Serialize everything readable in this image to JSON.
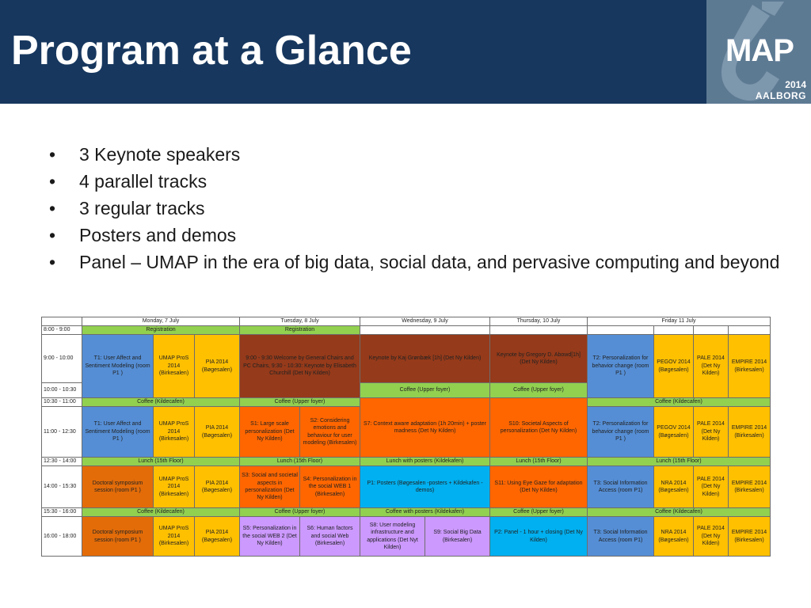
{
  "slide": {
    "title": "Program at a Glance",
    "logo": {
      "word": "MAP",
      "year": "2014",
      "city": "AALBORG"
    },
    "bullets": [
      "3 Keynote speakers",
      "4 parallel tracks",
      "3 regular tracks",
      "Posters and demos",
      "Panel – UMAP in the era of big data, social data, and pervasive computing and beyond"
    ]
  },
  "colors": {
    "header": "#17375e",
    "green": "#92d050",
    "blue": "#558ed5",
    "yellow": "#ffc000",
    "brown": "#953a1a",
    "orange": "#ff6600",
    "cyan": "#00b0f0",
    "purple": "#cc99ff"
  },
  "schedule": {
    "days": [
      "Monday, 7 July",
      "Tuesday, 8 July",
      "Wednesday, 9 July",
      "Thursday, 10 July",
      "Friday 11 July"
    ],
    "times": [
      "8:00 - 9:00",
      "9:00 - 10:00",
      "10:00 - 10:30",
      "10:30 - 11:00",
      "11:00 - 12:30",
      "12:30 - 14:00",
      "14:00 - 15:30",
      "15:30 - 16:00",
      "16:00 - 18:00"
    ],
    "mon": {
      "registration": "Registration",
      "t1": "T1: User Affect and Sentiment Modeling (room P1 )",
      "umap_pros": "UMAP ProS 2014 (Birkesalen)",
      "pia": "PIA 2014 (Bøgesalen)",
      "coffee": "Coffee (Kildecafen)",
      "lunch": "Lunch (15th Floor)",
      "doctoral": "Doctoral symposium session (room P1 )",
      "doctoral2": "Doctoral symposium session  (room P1 )"
    },
    "tue": {
      "registration": "Registration",
      "welcome": "9:00 - 9:30 Welcome by General Chairs and PC Chairs, 9:30 - 10:30: Keynote by Elisabeth Churchill (Det Ny Kilden)",
      "coffee": "Coffee (Upper foyer)",
      "s1": "S1: Large scale personalization (Det Ny Kilden)",
      "s2": "S2: Considering emotions and behaviour for user modeling (Birkesalen)",
      "lunch": "Lunch (15th Floor)",
      "s3": "S3: Social  and societal aspects in personalization (Det Ny Kilden)",
      "s4": "S4: Personalization in the social WEB 1 (Birkesalen)",
      "s5": "S5: Personalization in the social WEB 2 (Det Ny Kilden)",
      "s6": "S6: Human factors and social Web (Birkesalen)"
    },
    "wed": {
      "keynote": "Keynote by Kaj Grønbæk [1h] (Det Ny Kilden)",
      "coffee": "Coffee (Upper foyer)",
      "s7": "S7: Context aware adaptation  (1h 20min) + poster madness (Det Ny Kilden)",
      "lunch": "Lunch with posters (Kildekafen)",
      "p1": "P1: Posters (Bøgesalen -posters + Kildekafen - demos)",
      "coffee2": "Coffee with posters (Kildekafen)",
      "s8": "S8: User modeling infrastructure and applications (Det Nyt Kilden)",
      "s9": "S9: Social Big Data (Birkesalen)"
    },
    "thu": {
      "keynote": "Keynote by Gregory D. Abowd[1h] (Det Ny Kilden)",
      "coffee": "Coffee (Upper foyer)",
      "s10": "S10: Societal Aspects of personalization (Det Ny Kilden)",
      "lunch": "Lunch (15th Floor)",
      "s11": "S11: Using Eye Gaze for adaptation (Det Ny Kilden)",
      "coffee2": "Coffee (Upper foyer)",
      "p2": "P2: Panel - 1 hour + closing (Det Ny Kilden)"
    },
    "fri": {
      "t2": "T2: Personalization for behavior change (room P1 )",
      "pegov": "PEGOV 2014 (Bøgesalen)",
      "pale": "PALE 2014 (Det Ny Kilden)",
      "empire": "EMPIRE 2014 (Birkesalen)",
      "coffee": "Coffee (Kildecafen)",
      "lunch": "Lunch (15th Floor)",
      "t3": "T3: Social Information Access (room P1)",
      "nra": "NRA 2014 (Bøgesalen)",
      "coffee2": "Coffee (Kildecafen)"
    }
  }
}
